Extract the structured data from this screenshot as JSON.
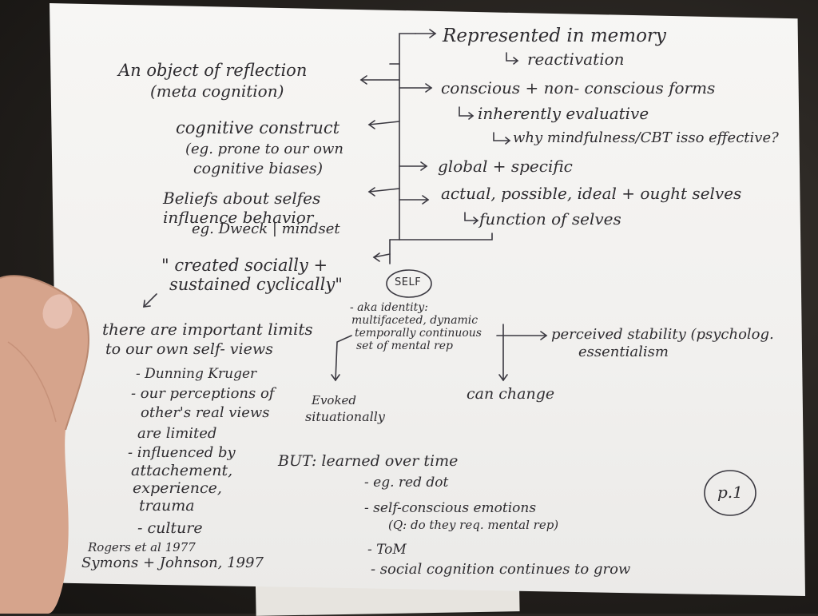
{
  "notes": {
    "represented": "Represented in memory",
    "reactivation": "reactivation",
    "reflection_1": "An object of reflection",
    "reflection_2": "(meta cognition)",
    "conscious": "conscious + non- conscious forms",
    "evaluative": "inherently evaluative",
    "mindfulness": "why mindfulness/CBT isso effective?",
    "cognitive_1": "cognitive construct",
    "cognitive_2": "(eg. prone to our own",
    "cognitive_3": "cognitive biases)",
    "global": "global + specific",
    "beliefs_1": "Beliefs about selfes",
    "beliefs_2": "influence behavior",
    "beliefs_3": "eg. Dweck | mindset",
    "selves": "actual, possible, ideal + ought selves",
    "function": "function of selves",
    "created_1": "\" created socially +",
    "created_2": "sustained cyclically\"",
    "self": "SELF",
    "aka_1": "- aka identity:",
    "aka_2": "multifaceted, dynamic",
    "aka_3": "temporally continuous",
    "aka_4": "set of mental rep",
    "perceived_1": "perceived stability (psycholog.",
    "perceived_2": "essentialism",
    "limits_1": "there are important limits",
    "limits_2": "to our own self- views",
    "dunning": "- Dunning Kruger",
    "percep_1": "- our perceptions of",
    "percep_2": "other's real views",
    "percep_3": "are limited",
    "influenced_1": "- influenced by",
    "influenced_2": "attachement,",
    "influenced_3": "experience,",
    "influenced_4": "trauma",
    "culture": "- culture",
    "evoked_1": "Evoked",
    "evoked_2": "situationally",
    "can_change": "can change",
    "but": "BUT: learned over time",
    "red_dot": "- eg. red dot",
    "self_conscious": "- self-conscious emotions",
    "q_mental": "(Q: do they req. mental rep)",
    "tom": "- ToM",
    "social": "- social cognition continues to grow",
    "ref_1": "Rogers et al 1977",
    "ref_2": "Symons + Johnson, 1997",
    "page": "p.1"
  }
}
